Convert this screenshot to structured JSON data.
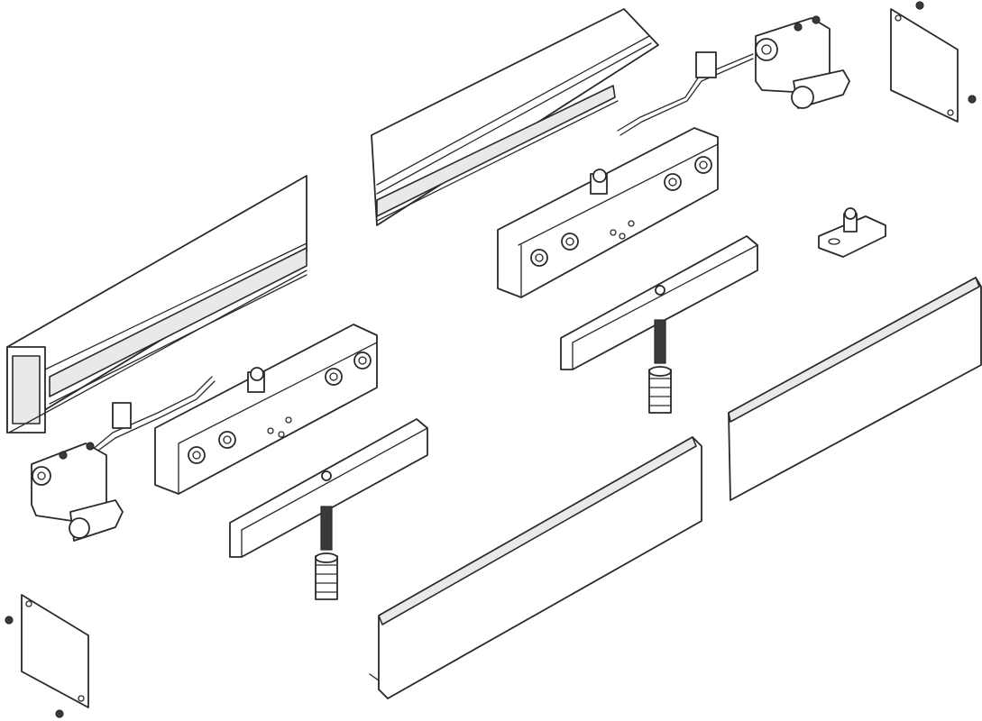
{
  "figure": {
    "kind": "exploded-assembly-illustration",
    "line_color": "#2a2a2a",
    "fill_color": "#ffffff",
    "background": "#ffffff",
    "components": [
      "top-track-profile",
      "upper-track-profile",
      "left-carriage-block",
      "right-carriage-block",
      "left-clamp-bar",
      "right-clamp-bar",
      "left-spring-bolt",
      "right-spring-bolt",
      "left-stopper-bracket",
      "right-stopper-bracket",
      "left-end-cap",
      "right-end-cap",
      "floor-guide",
      "front-cover-panel",
      "right-cover-panel"
    ]
  }
}
